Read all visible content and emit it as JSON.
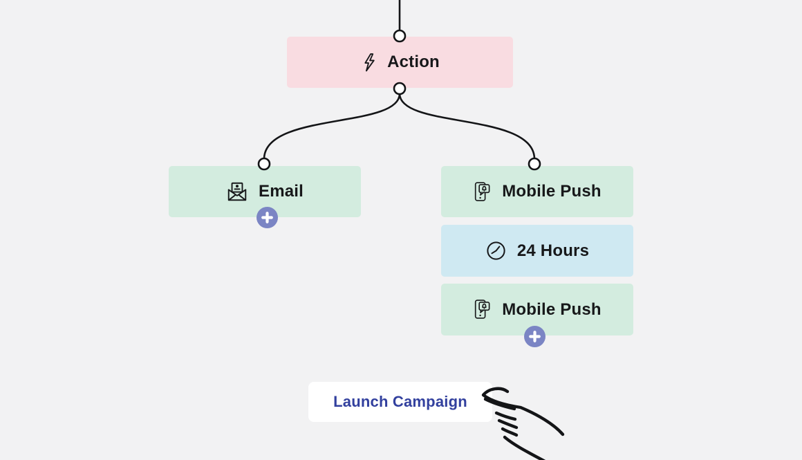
{
  "colors": {
    "canvas_bg": "#f2f2f3",
    "action_node_bg": "#f9dce1",
    "channel_node_bg": "#d3ecdf",
    "delay_node_bg": "#cfe9f2",
    "add_button_bg": "#7b85c4",
    "launch_button_bg": "#ffffff",
    "launch_button_text": "#32409e",
    "node_text": "#17181a",
    "connector_line": "#141517"
  },
  "flow": {
    "nodes": [
      {
        "id": "action",
        "label": "Action",
        "icon": "lightning-icon"
      },
      {
        "id": "email",
        "label": "Email",
        "icon": "email-icon",
        "has_add_button": true
      },
      {
        "id": "mobile-push-1",
        "label": "Mobile Push",
        "icon": "mobile-push-icon"
      },
      {
        "id": "delay",
        "label": "24 Hours",
        "icon": "clock-icon"
      },
      {
        "id": "mobile-push-2",
        "label": "Mobile Push",
        "icon": "mobile-push-icon",
        "has_add_button": true
      }
    ],
    "add_button": {
      "symbol": "+",
      "icon": "plus-icon"
    },
    "connector_ports": 4
  },
  "launch": {
    "label": "Launch Campaign"
  },
  "cursor": {
    "icon": "hand-pointer-icon"
  }
}
